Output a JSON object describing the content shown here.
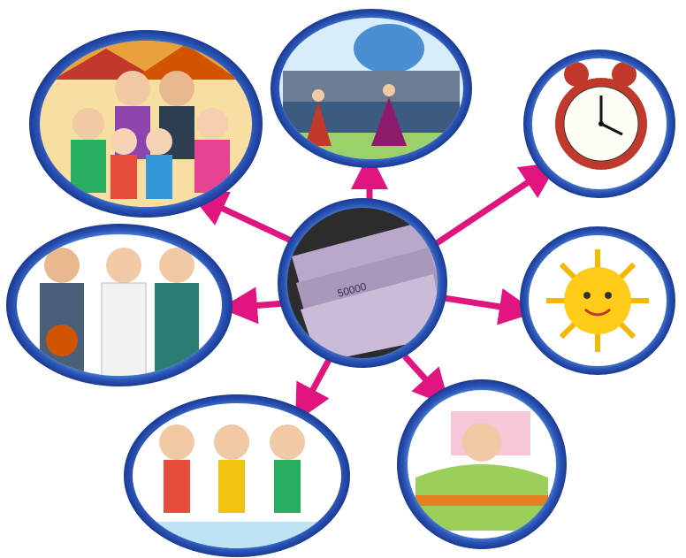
{
  "header": {
    "visible_text": "",
    "note_color": "#111111"
  },
  "colors": {
    "arrow": "#e0157f",
    "ring_outer": "#1f3f9c",
    "ring_inner": "#6fb4ef",
    "sky": "#bfe2f5",
    "money": "#b9a8c9"
  },
  "center": {
    "image": "stack-of-banknotes",
    "banknote_text": "50000"
  },
  "spokes": [
    {
      "id": "family",
      "image": "family-gathering"
    },
    {
      "id": "festival",
      "image": "festival-dancers"
    },
    {
      "id": "alarm-clock",
      "image": "alarm-clock"
    },
    {
      "id": "friends",
      "image": "three-teenage-boys"
    },
    {
      "id": "sun",
      "image": "smiling-sun"
    },
    {
      "id": "children",
      "image": "children-holding-hands"
    },
    {
      "id": "sick-child",
      "image": "sick-girl-in-bed"
    }
  ]
}
